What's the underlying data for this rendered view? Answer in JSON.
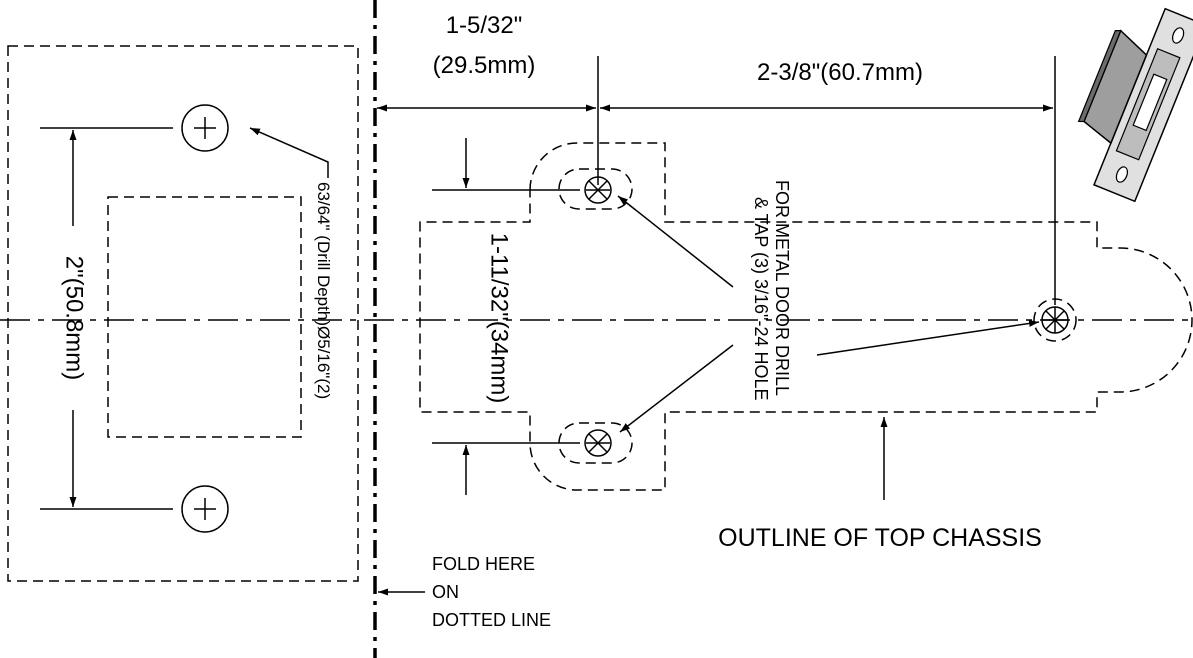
{
  "dimensions": {
    "backset_upper": "1-5/32\"",
    "backset_lower": "(29.5mm)",
    "chassis_length": "2-3/8\"(60.7mm)",
    "hole_spacing": "1-11/32\"(34mm)",
    "strike_height": "2\"(50.8mm)"
  },
  "notes": {
    "drill_depth": "63/64\" (Drill Depth)Ø5/16\"(2)",
    "metal_door_line1": "FOR METAL DOOR DRILL",
    "metal_door_line2": "& TAP (3) 3/16\"-24 HOLE",
    "outline_label": "OUTLINE OF TOP CHASSIS",
    "fold_line1": "FOLD HERE",
    "fold_line2": "ON",
    "fold_line3": "DOTTED LINE"
  }
}
